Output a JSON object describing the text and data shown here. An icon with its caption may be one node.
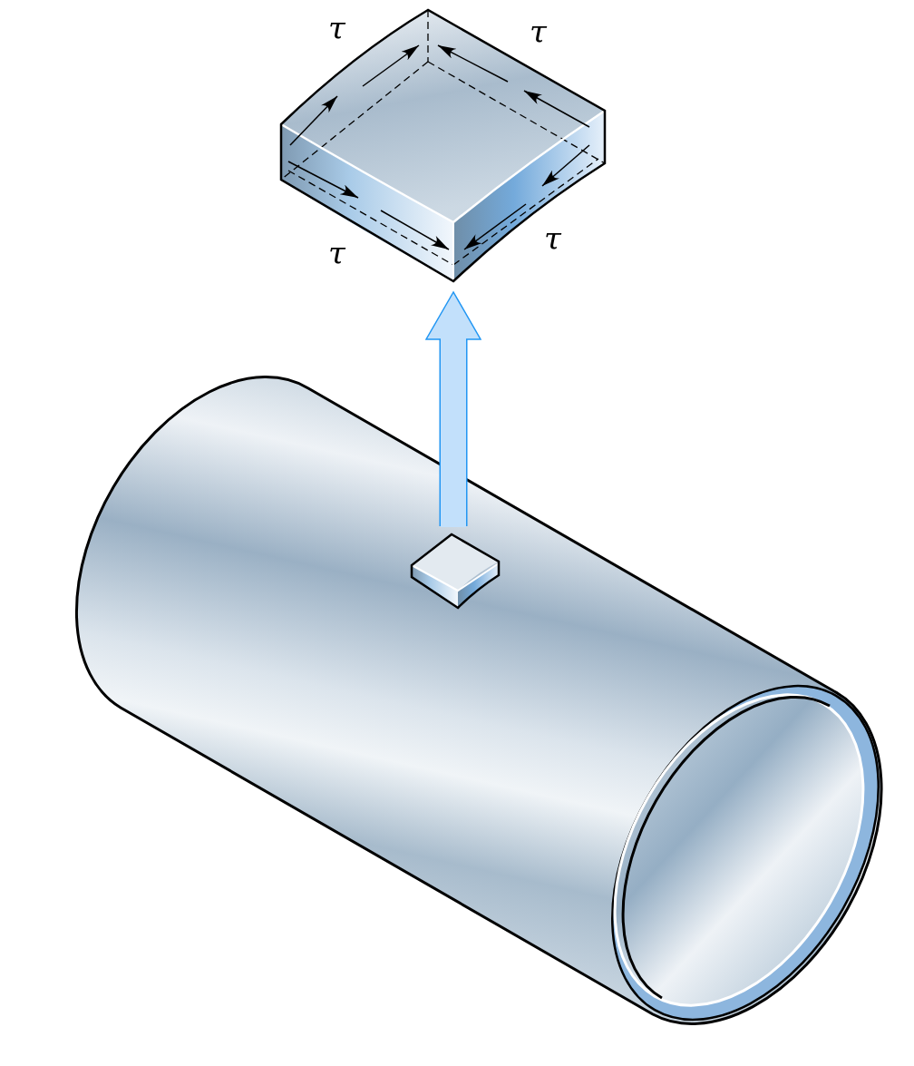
{
  "diagram": {
    "nodes": [
      {
        "text": [],
        "shape": "picture"
      },
      {
        "text": [],
        "shape": "picture"
      }
    ],
    "edges": [
      {
        "from": 1,
        "to": 0,
        "arrow": "to"
      }
    ],
    "labels": [
      "τ",
      "τ",
      "τ",
      "τ"
    ]
  }
}
